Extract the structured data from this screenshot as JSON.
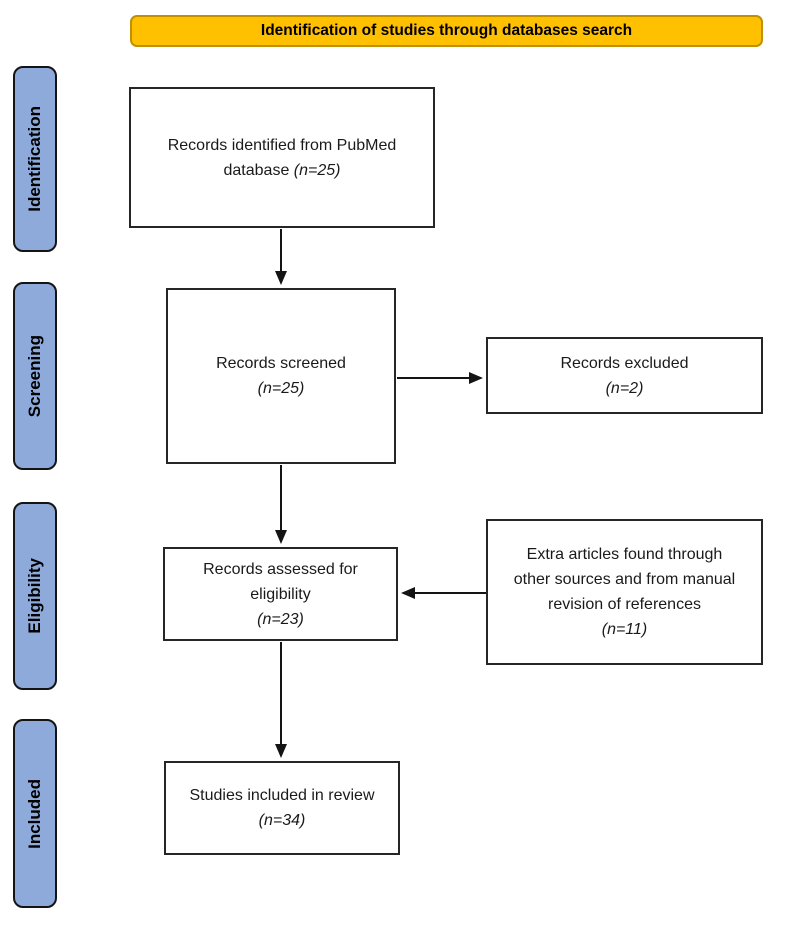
{
  "header": {
    "label": "Identification of studies through databases search"
  },
  "colors": {
    "header_bg": "#FFC000",
    "header_border": "#BF9000",
    "stage_bg": "#8EAADB",
    "box_border": "#262626"
  },
  "stages": [
    {
      "label": "Identification"
    },
    {
      "label": "Screening"
    },
    {
      "label": "Eligibility"
    },
    {
      "label": "Included"
    }
  ],
  "nodes": {
    "identified": {
      "line1": "Records identified from PubMed",
      "line2_prefix": "database",
      "count": "(n=25)"
    },
    "screened": {
      "main": "Records screened",
      "count": "(n=25)"
    },
    "excluded": {
      "main": "Records excluded",
      "count": "(n=2)"
    },
    "assessed": {
      "main": "Records assessed for\neligibility",
      "count": "(n=23)"
    },
    "extra": {
      "main": "Extra articles found through\nother sources and from manual\nrevision of references",
      "count": "(n=11)"
    },
    "included": {
      "main": "Studies included in review",
      "count": "(n=34)"
    }
  }
}
